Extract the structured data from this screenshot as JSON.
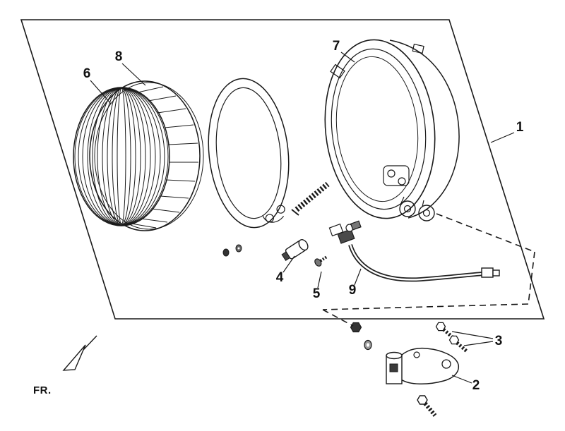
{
  "diagram": {
    "line_color": "#1a1a1a",
    "background": "#ffffff"
  },
  "labels": {
    "part1": "1",
    "part2": "2",
    "part3": "3",
    "part4": "4",
    "part5": "5",
    "part6": "6",
    "part7": "7",
    "part8": "8",
    "part9": "9",
    "fr": "FR."
  }
}
